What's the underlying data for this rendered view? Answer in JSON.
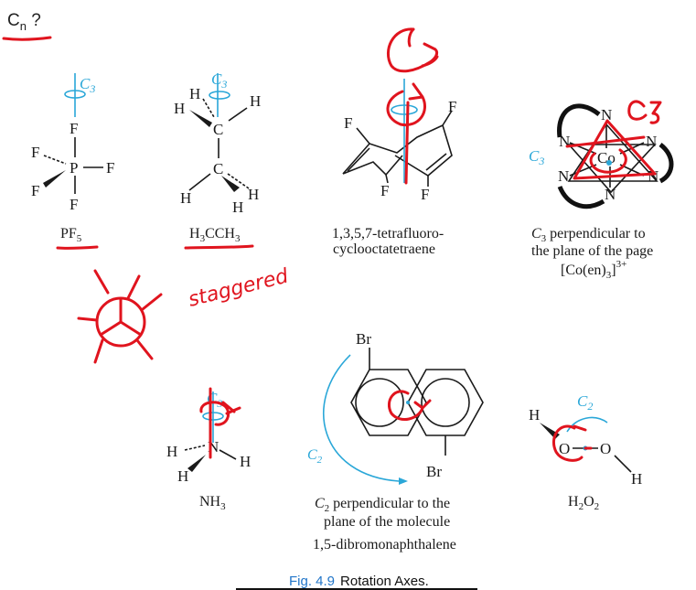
{
  "header": {
    "question": "C",
    "sub": "n",
    "mark": " ?"
  },
  "molecules": {
    "pf5": {
      "axis_label": "C",
      "axis_sub": "3",
      "atoms": {
        "p": "P",
        "f_top": "F",
        "f_bottom": "F",
        "f_left_up": "F",
        "f_left_down": "F",
        "f_right": "F"
      },
      "name": "PF",
      "name_sub": "5"
    },
    "ethane": {
      "axis_label": "C",
      "axis_sub": "3",
      "atoms": {
        "c_top": "C",
        "c_bottom": "C",
        "h1": "H",
        "h2": "H",
        "h3": "H",
        "h4": "H",
        "h5": "H",
        "h6": "H"
      },
      "name_parts": [
        "H",
        "3",
        "CCH",
        "3"
      ]
    },
    "cot": {
      "atoms": {
        "f1": "F",
        "f2": "F",
        "f3": "F",
        "f4": "F"
      },
      "name_line1": "1,3,5,7-tetrafluoro-",
      "name_line2": "cyclooctatetraene"
    },
    "co_en": {
      "axis_label": "C",
      "axis_sub": "3",
      "atoms": {
        "co": "Co",
        "n1": "N",
        "n2": "N",
        "n3": "N",
        "n4": "N",
        "n5": "N",
        "n6": "N"
      },
      "name_line1_a": "C",
      "name_line1_sub": "3",
      "name_line1_b": " perpendicular to",
      "name_line2": "the plane of the page",
      "formula_a": "[Co(en)",
      "formula_sub": "3",
      "formula_b": "]",
      "formula_sup": "3+"
    },
    "nh3": {
      "axis_label": "C",
      "axis_sub": "3",
      "atoms": {
        "n": "N",
        "h1": "H",
        "h2": "H",
        "h3": "H"
      },
      "name": "NH",
      "name_sub": "3"
    },
    "dibromonaphthalene": {
      "axis_label": "C",
      "axis_sub": "2",
      "atoms": {
        "br_top": "Br",
        "br_bottom": "Br"
      },
      "name_line1_a": "C",
      "name_line1_sub": "2",
      "name_line1_b": " perpendicular to the",
      "name_line2": "plane of the molecule",
      "name_line3": "1,5-dibromonaphthalene"
    },
    "h2o2": {
      "axis_label": "C",
      "axis_sub": "2",
      "atoms": {
        "o1": "O",
        "o2": "O",
        "h1": "H",
        "h2": "H"
      },
      "name_parts": [
        "H",
        "2",
        "O",
        "2"
      ]
    }
  },
  "annotations": {
    "staggered": "staggered",
    "co_c3": "C3"
  },
  "figure": {
    "label": "Fig. 4.9",
    "title": "Rotation Axes."
  },
  "colors": {
    "ink": "#e0141e",
    "axis": "#2aa7d8",
    "figure_label": "#2276c9"
  }
}
